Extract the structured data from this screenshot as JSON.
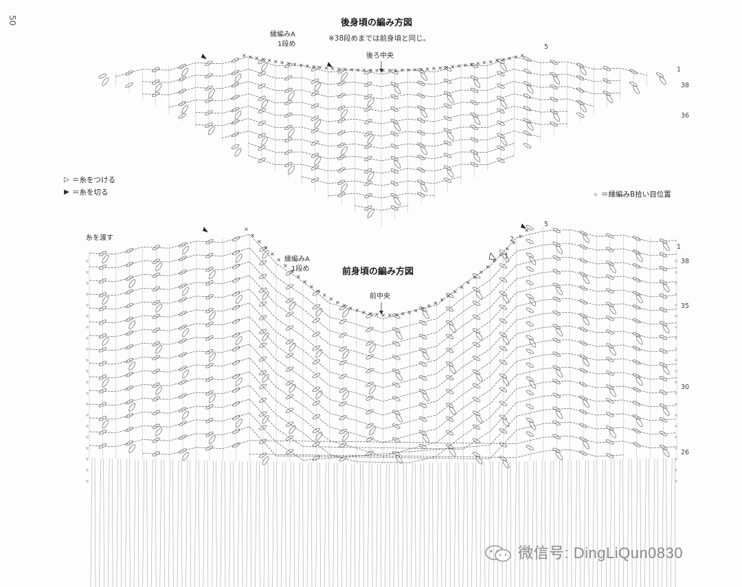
{
  "page_number": "50",
  "back": {
    "title": "後身頃の編み方図",
    "note": "※38段めまでは前身頃と同じ。",
    "edge_label_line1": "縁編みA",
    "edge_label_line2": "1段め",
    "center_label": "後ろ中央",
    "row_labels": [
      "5",
      "1",
      "38",
      "36"
    ]
  },
  "front": {
    "title": "前身頃の編み方図",
    "edge_label_line1": "縁編みA",
    "edge_label_line2": "1段め",
    "center_label": "前中央",
    "carry_yarn": "糸を渡す",
    "row_labels": [
      "5",
      "2",
      "1",
      "1",
      "38",
      "35",
      "30",
      "26"
    ]
  },
  "legend": {
    "attach_symbol": "▷",
    "attach_text": "＝糸をつける",
    "cut_symbol": "▶",
    "cut_text": "＝糸を切る",
    "pickup_symbol": "●",
    "pickup_text": "＝縁編みB拾い目位置"
  },
  "watermark": {
    "text": "微信号: DingLiQun0830",
    "icon": "wechat-icon"
  },
  "colors": {
    "ink": "#4a4a4a",
    "chain": "#555555",
    "pickup_dot": "#d0d0d0",
    "watermark": "#8a8a8a"
  }
}
